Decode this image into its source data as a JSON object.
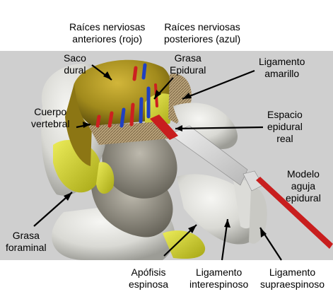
{
  "labels": {
    "anterior": {
      "line1": "Raíces nerviosas",
      "line2": "anteriores (rojo)"
    },
    "posterior": {
      "line1": "Raíces nerviosas",
      "line2": "posteriores (azul)"
    },
    "saco": {
      "line1": "Saco",
      "line2": "dural"
    },
    "grasa_epidural": {
      "line1": "Grasa",
      "line2": "Epidural"
    },
    "ligamento_amarillo": {
      "line1": "Ligamento",
      "line2": "amarillo"
    },
    "cuerpo_vertebral": {
      "line1": "Cuerpo",
      "line2": "vertebral"
    },
    "espacio_epidural": {
      "line1": "Espacio",
      "line2": "epidural",
      "line3": "real"
    },
    "modelo_aguja": {
      "line1": "Modelo",
      "line2": "aguja",
      "line3": "epidural"
    },
    "grasa_foraminal": {
      "line1": "Grasa",
      "line2": "foraminal"
    },
    "apofisis": {
      "line1": "Apófisis",
      "line2": "espinosa"
    },
    "interespinoso": {
      "line1": "Ligamento",
      "line2": "interespinoso"
    },
    "supraespinoso": {
      "line1": "Ligamento",
      "line2": "supraespinoso"
    }
  },
  "colors": {
    "background_band": "#cfcfcf",
    "bone": "#e4e4e0",
    "dural_sac": "#a8921c",
    "fat_yellow": "#d6d62a",
    "ligament_tan": "#b49a6a",
    "needle_red": "#c81e1e",
    "root_red": "#cc2020",
    "root_blue": "#2040c0"
  }
}
